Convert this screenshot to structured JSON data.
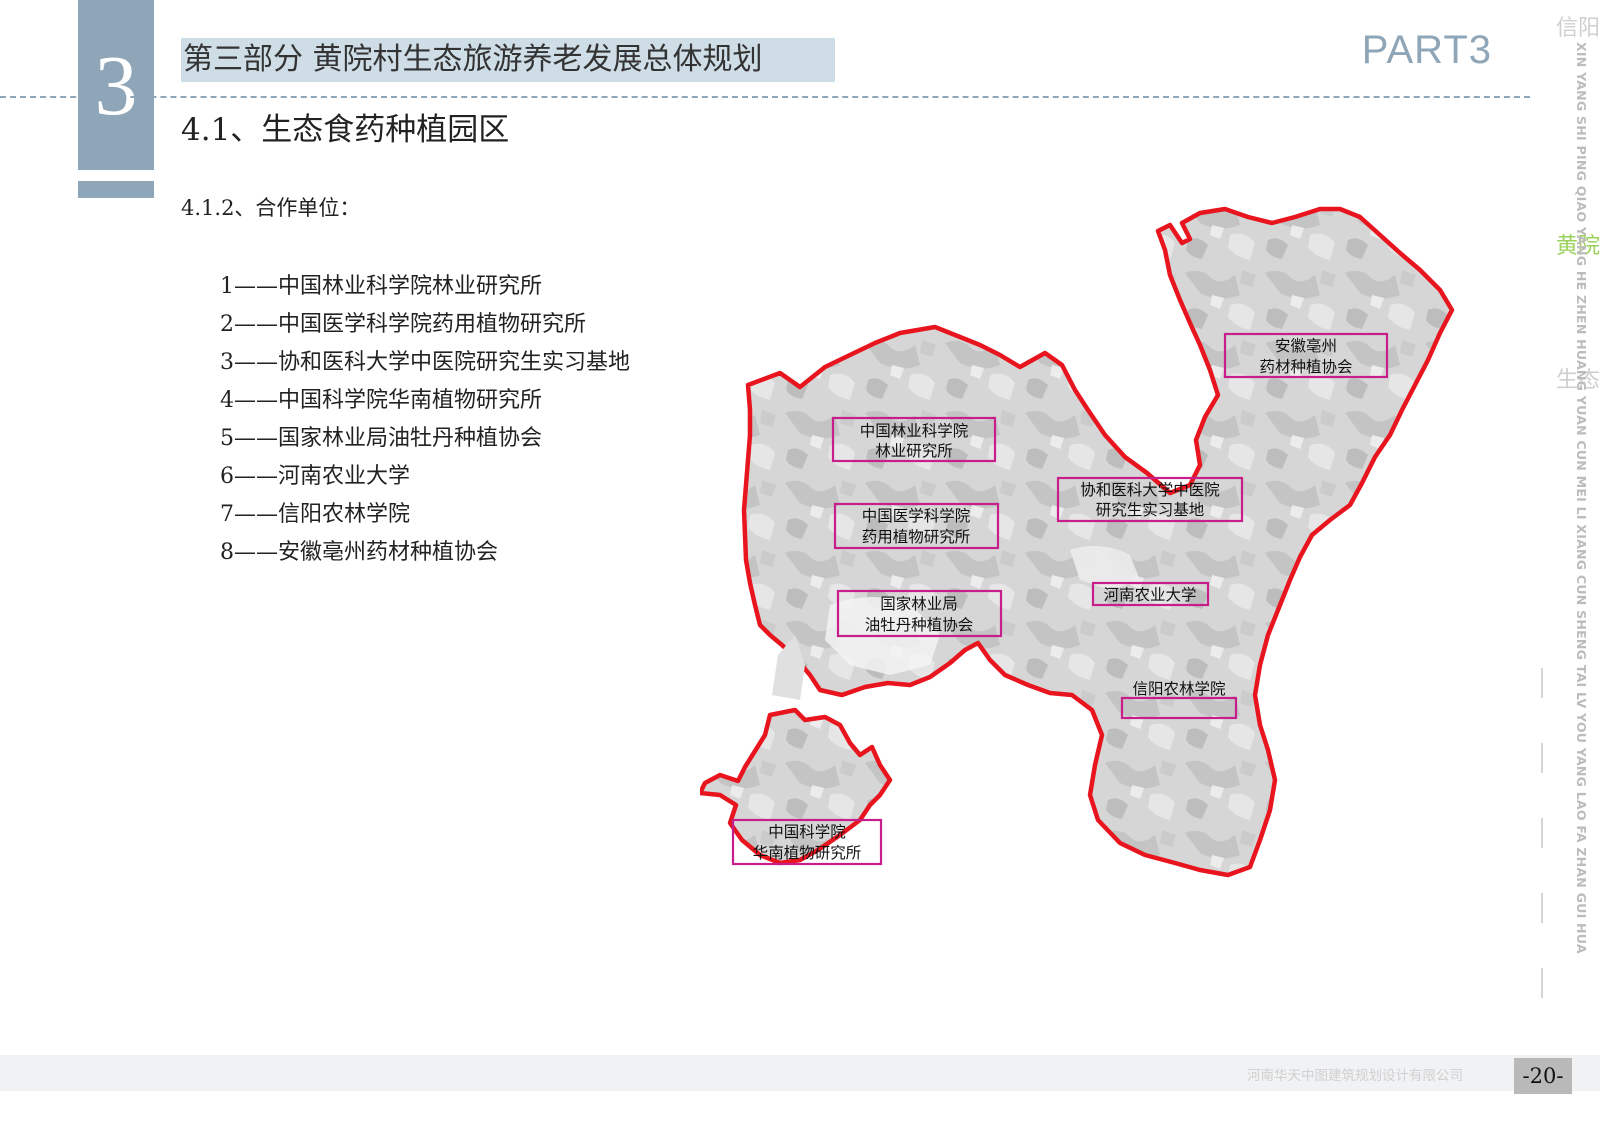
{
  "header": {
    "section_number": "3",
    "title": "第三部分  黄院村生态旅游养老发展总体规划",
    "part_label": "PART3"
  },
  "section_title": "4.1、生态食药种植园区",
  "subsection_title": "4.1.2、合作单位：",
  "cooperation_units": [
    "1——中国林业科学院林业研究所",
    "2——中国医学科学院药用植物研究所",
    "3——协和医科大学中医院研究生实习基地",
    "4——中国科学院华南植物研究所",
    "5——国家林业局油牡丹种植协会",
    "6——河南农业大学",
    "7——信阳农林学院",
    "8——安徽亳州药材种植协会"
  ],
  "map": {
    "boundary_color": "#e8141e",
    "label_box_color": "#c81e8c",
    "labels": [
      {
        "id": "anhui",
        "lines": [
          "安徽亳州",
          "药材种植协会"
        ]
      },
      {
        "id": "forestry",
        "lines": [
          "中国林业科学院",
          "林业研究所"
        ]
      },
      {
        "id": "xiehe",
        "lines": [
          "协和医科大学中医院",
          "研究生实习基地"
        ]
      },
      {
        "id": "medical",
        "lines": [
          "中国医学科学院",
          "药用植物研究所"
        ]
      },
      {
        "id": "henan",
        "lines": [
          "河南农业大学"
        ]
      },
      {
        "id": "peony",
        "lines": [
          "国家林业局",
          "油牡丹种植协会"
        ]
      },
      {
        "id": "xinyang",
        "lines": [
          "信阳农林学院"
        ]
      },
      {
        "id": "botany",
        "lines": [
          "中国科学院",
          "华南植物研究所"
        ]
      }
    ]
  },
  "sidebar": {
    "vertical_text": "XIN YANG SHI PING QIAO YANG HE ZHEN HUANG YUAN CUN MEI LI XIANG CUN SHENG TAI LV YOU YANG LAO FA ZHAN GUI HUA",
    "ghost_text_1": "信阳",
    "ghost_text_2": "黄院",
    "ghost_text_3": "生态"
  },
  "footer": {
    "company": "河南华天中图建筑规划设计有限公司",
    "page_number": "-20-"
  }
}
